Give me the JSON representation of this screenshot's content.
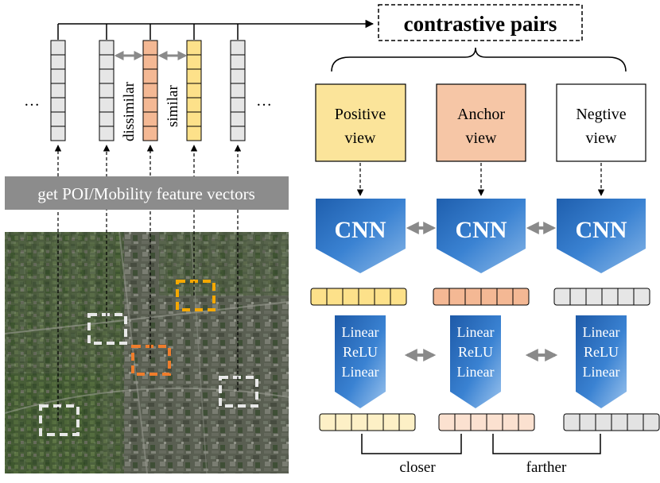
{
  "header": {
    "contrastive_pairs": "contrastive pairs"
  },
  "left": {
    "ellipsis_left": "…",
    "ellipsis_right": "…",
    "label_dissimilar": "dissimilar",
    "label_similar": "similar",
    "banner": "get POI/Mobility feature vectors"
  },
  "views": {
    "positive": {
      "line1": "Positive",
      "line2": "view"
    },
    "anchor": {
      "line1": "Anchor",
      "line2": "view"
    },
    "negative": {
      "line1": "Negtive",
      "line2": "view"
    }
  },
  "encoder": {
    "label": "CNN"
  },
  "projection": {
    "line1": "Linear",
    "line2": "ReLU",
    "line3": "Linear"
  },
  "bottom": {
    "closer": "closer",
    "farther": "farther"
  },
  "colors": {
    "positive_fill": "#fde18a",
    "positive_box": "#fbe49a",
    "anchor_fill": "#f4b894",
    "anchor_box": "#f6c6a6",
    "negative_fill": "#e6e6e6",
    "cnn_blue": "#2f77c9",
    "banner_gray": "#8c8c8c",
    "patch_white": "#e8e8e8",
    "patch_orange": "#ee7d2c",
    "patch_yellow": "#f5a800",
    "arrow_gray": "#8a8a8a"
  }
}
